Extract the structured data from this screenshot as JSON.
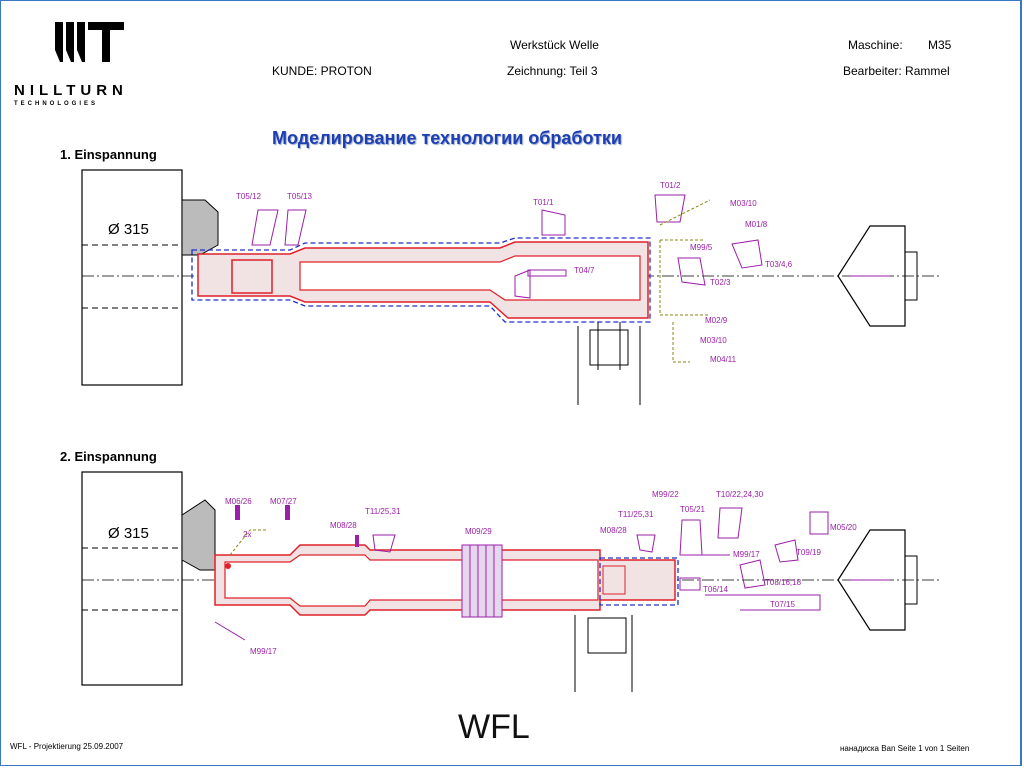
{
  "logo": {
    "name": "NILLTURN",
    "subtitle": "TECHNOLOGIES"
  },
  "header": {
    "customer": "KUNDE: PROTON",
    "workpiece": "Werkstück Welle",
    "drawing": "Zeichnung: Teil 3",
    "machine_label": "Maschine:",
    "machine_value": "M35",
    "operator": "Bearbeiter: Rammel"
  },
  "title": "Моделирование технологии обработки",
  "setup1": {
    "heading": "1. Einspannung",
    "diameter": "Ø 315",
    "tools": [
      "T05/12",
      "T05/13",
      "T01/1",
      "T01/2",
      "M03/10",
      "M01/8",
      "M99/5",
      "T03/4,6",
      "T04/7",
      "T02/3",
      "M02/9",
      "M03/10",
      "M04/11"
    ]
  },
  "setup2": {
    "heading": "2. Einspannung",
    "diameter": "Ø 315",
    "tools": [
      "M06/26",
      "M07/27",
      "2x",
      "M08/28",
      "T11/25,31",
      "M09/29",
      "T11/25,31",
      "M08/28",
      "M99/22",
      "T05/21",
      "T10/22,24,30",
      "M05/20",
      "M99/17",
      "T09/19",
      "T08/16,18",
      "T06/14",
      "T07/15",
      "M99/17"
    ]
  },
  "footer": {
    "left": "WFL - Projektierung  25.09.2007",
    "logo": "WFL",
    "right": "нанадиска Ban   Seite 1 von 1 Seiten"
  },
  "colors": {
    "accent_title": "#1d3fb3",
    "contour_red": "#e0202a",
    "dash_blue": "#2030c8",
    "tool_purple": "#9b1fa8",
    "path_olive": "#8a8a10"
  }
}
